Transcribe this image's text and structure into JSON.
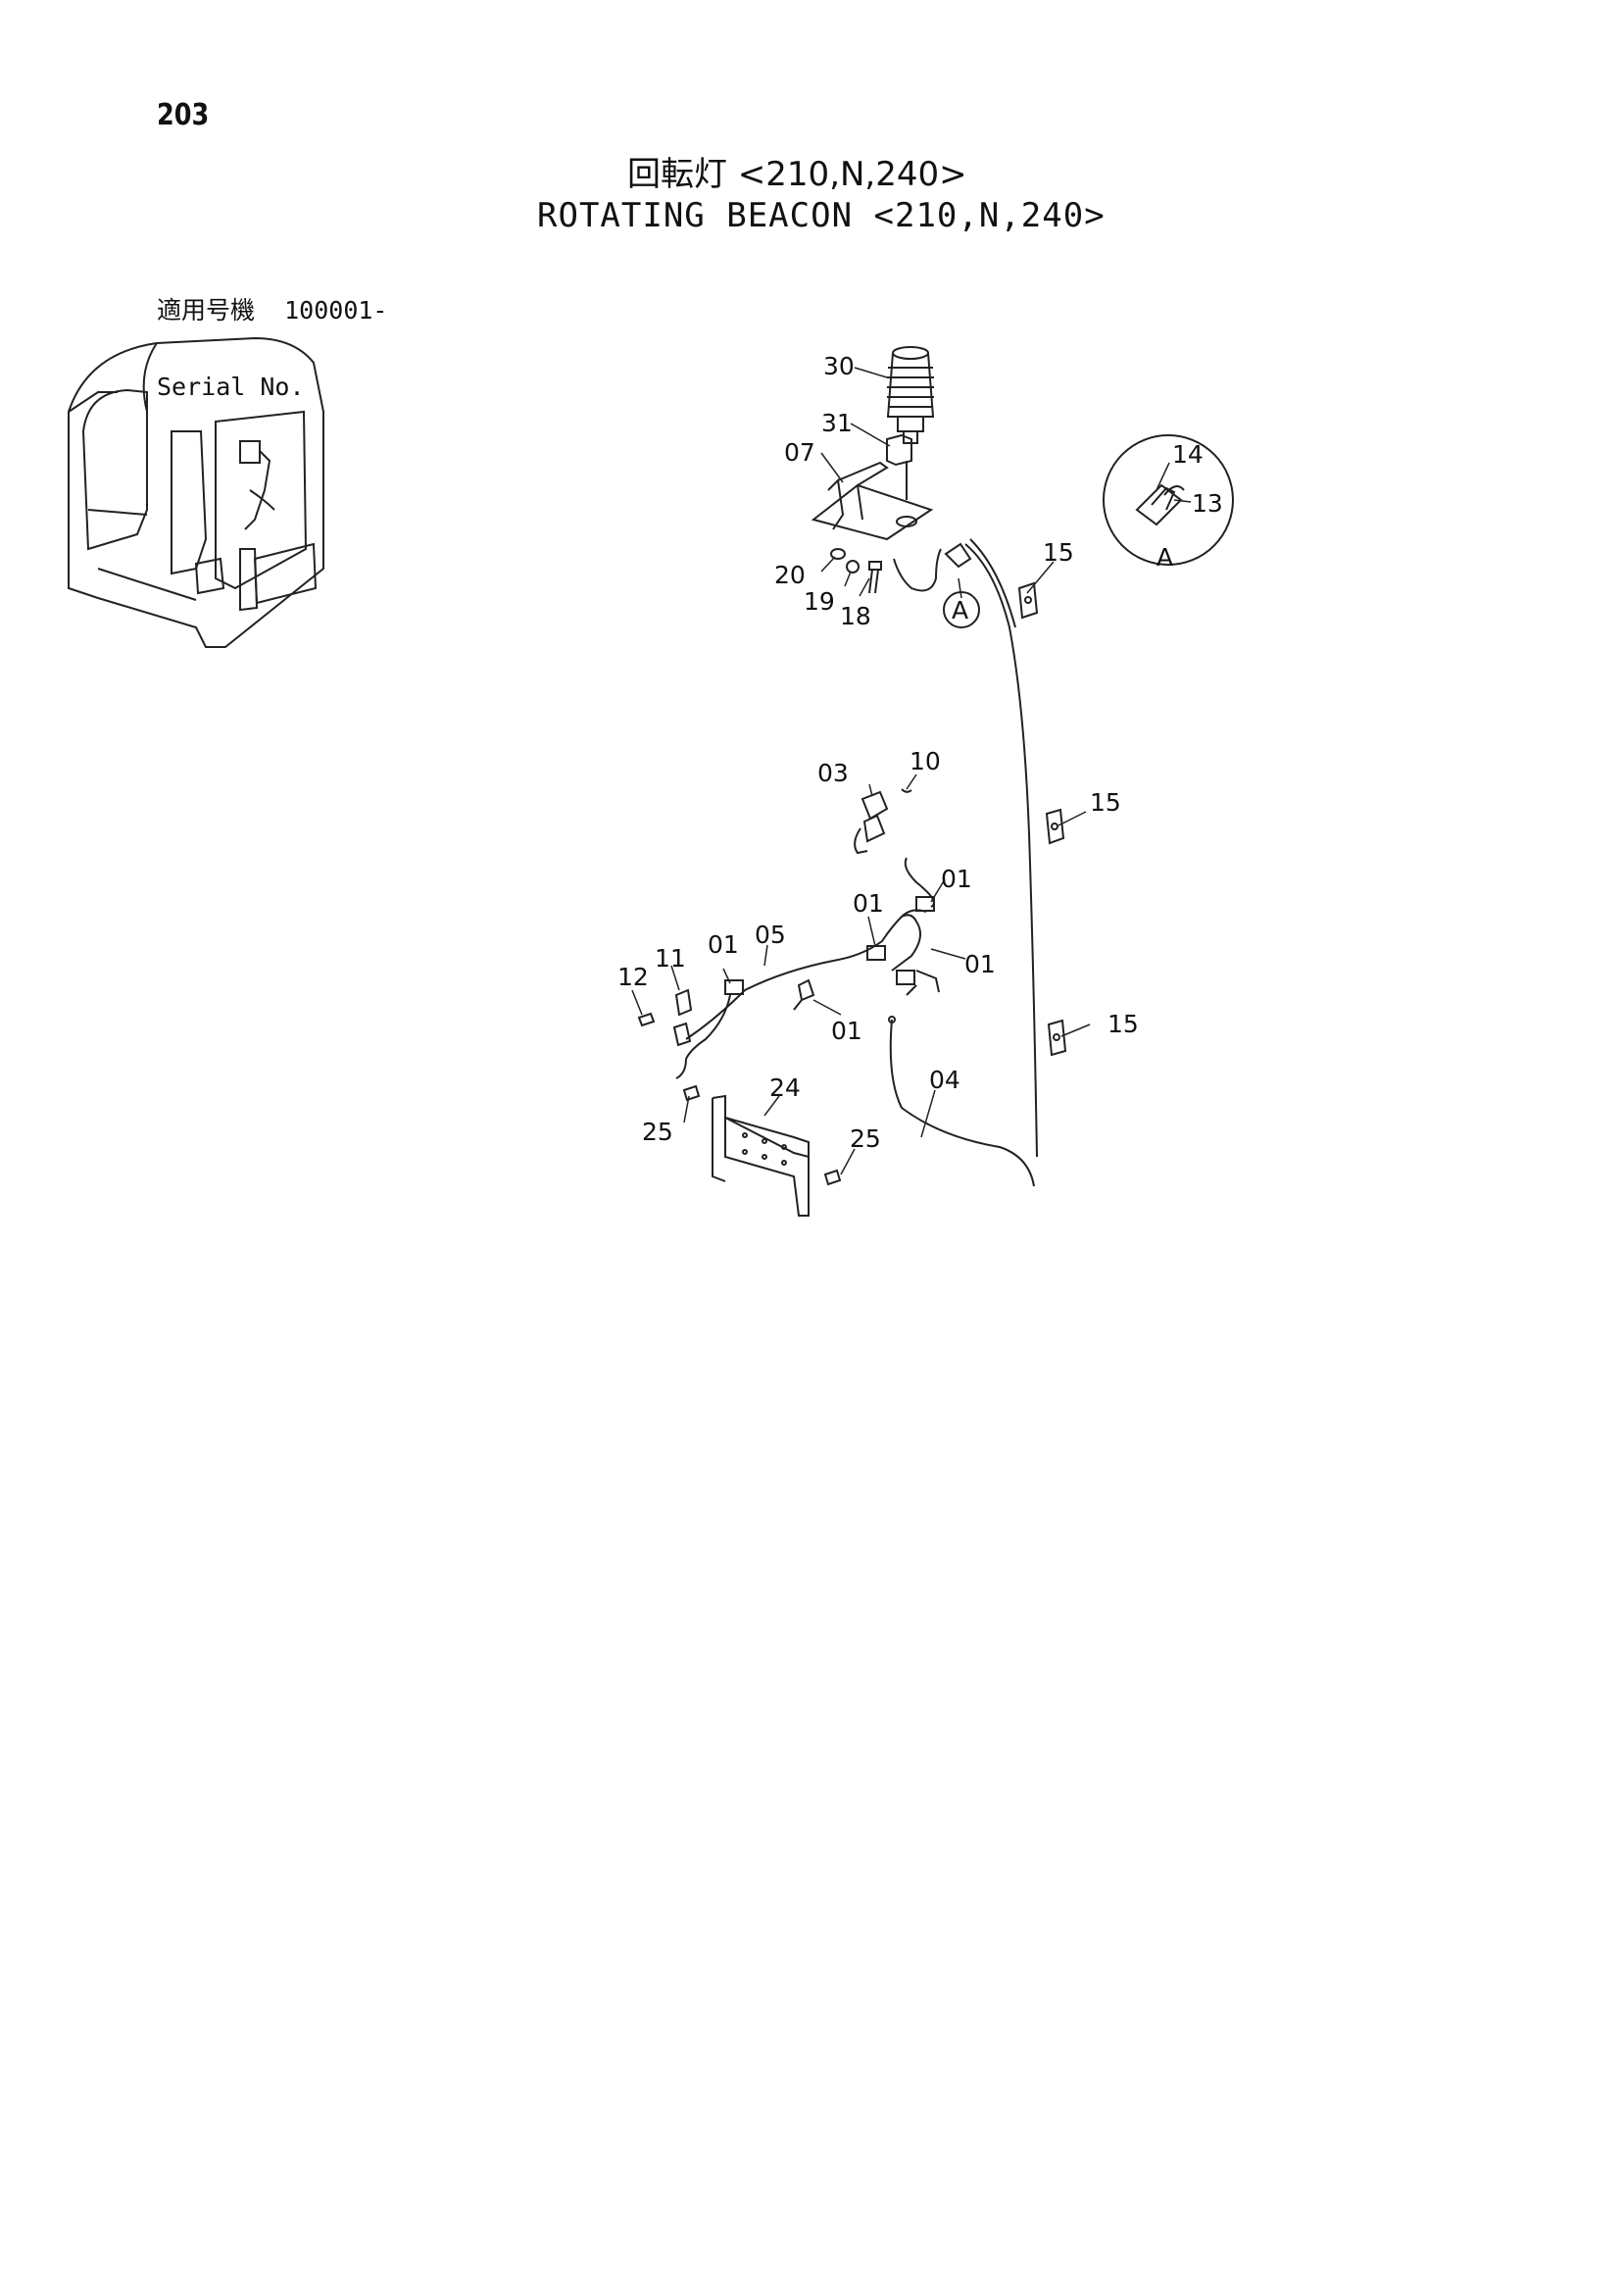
{
  "page_number": "203",
  "title_jp": "回転灯 <210,N,240>",
  "title_en": "ROTATING BEACON <210,N,240>",
  "serial": {
    "label_jp": "適用号機",
    "value": "100001-",
    "label_en": "Serial No."
  },
  "detail_view_label": "A",
  "callouts": {
    "c30": "30",
    "c31": "31",
    "c07": "07",
    "c14": "14",
    "c13": "13",
    "c20": "20",
    "c19": "19",
    "c18": "18",
    "c15a": "15",
    "c15b": "15",
    "c15c": "15",
    "c03": "03",
    "c10": "10",
    "c01a": "01",
    "c01b": "01",
    "c01c": "01",
    "c01d": "01",
    "c01e": "01",
    "c05": "05",
    "c12": "12",
    "c11": "11",
    "c04": "04",
    "c24": "24",
    "c25a": "25",
    "c25b": "25",
    "refA": "A"
  }
}
